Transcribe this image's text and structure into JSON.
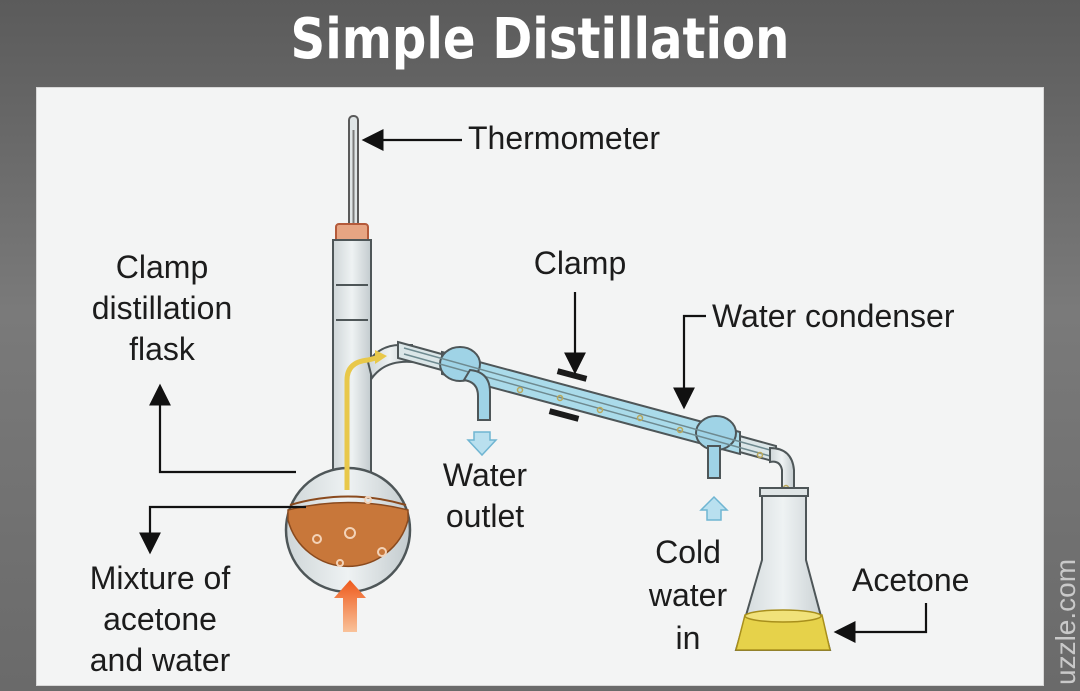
{
  "title": "Simple Distillation",
  "labels": {
    "thermometer": "Thermometer",
    "clamp_flask_1": "Clamp",
    "clamp_flask_2": "distillation",
    "clamp_flask_3": "flask",
    "clamp": "Clamp",
    "water_condenser": "Water condenser",
    "water_outlet_1": "Water",
    "water_outlet_2": "outlet",
    "mixture_1": "Mixture of",
    "mixture_2": "acetone",
    "mixture_3": "and water",
    "cold_water_1": "Cold",
    "cold_water_2": "water",
    "cold_water_3": "in",
    "acetone": "Acetone"
  },
  "watermark": "uzzle.com",
  "colors": {
    "mixture": "#c8773a",
    "acetone": "#e6d24a",
    "water": "#9fd3e6",
    "heat": "#f07a2a",
    "glass": "#d9e3e6"
  }
}
